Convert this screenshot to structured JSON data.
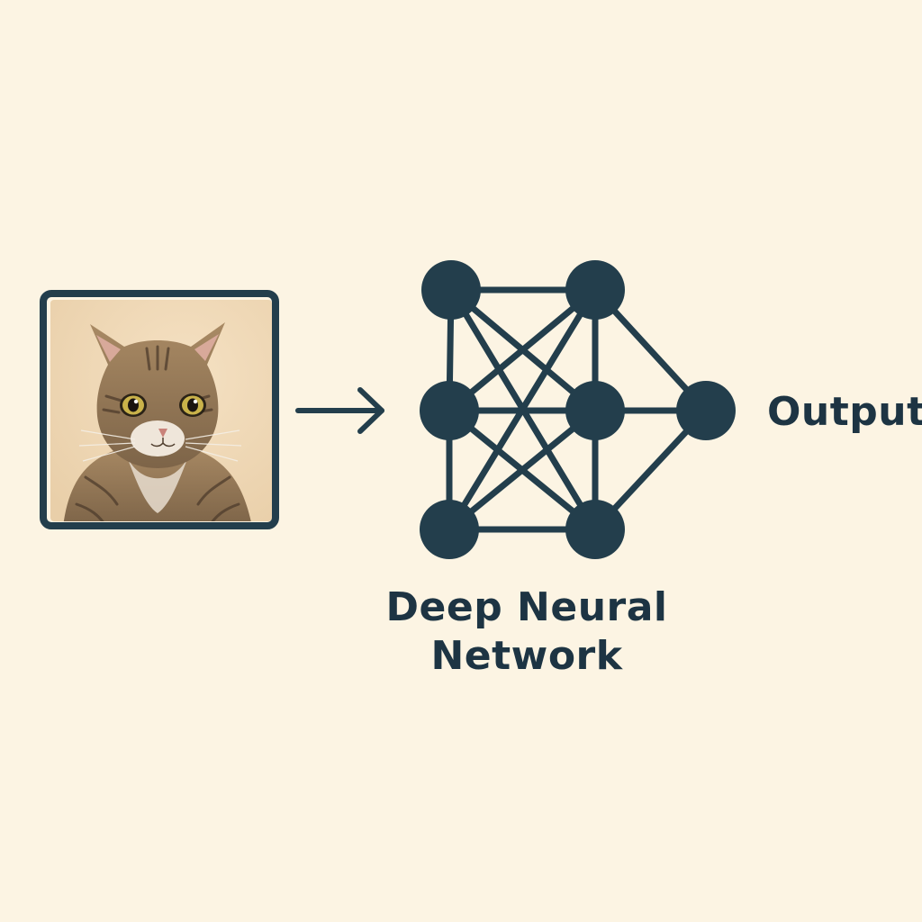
{
  "colors": {
    "background": "#fcf4e3",
    "ink": "#233e4c",
    "text": "#1d3443"
  },
  "input_image": {
    "subject": "tabby cat photo",
    "frame_icon": "photo-frame-icon"
  },
  "arrow": {
    "icon": "arrow-right-icon"
  },
  "network": {
    "layers": [
      [
        "n1a",
        "n1b",
        "n1c"
      ],
      [
        "n2a",
        "n2b",
        "n2c"
      ],
      [
        "n3a"
      ]
    ],
    "label_line1": "Deep Neural",
    "label_line2": "Network"
  },
  "output": {
    "label": "Output"
  }
}
